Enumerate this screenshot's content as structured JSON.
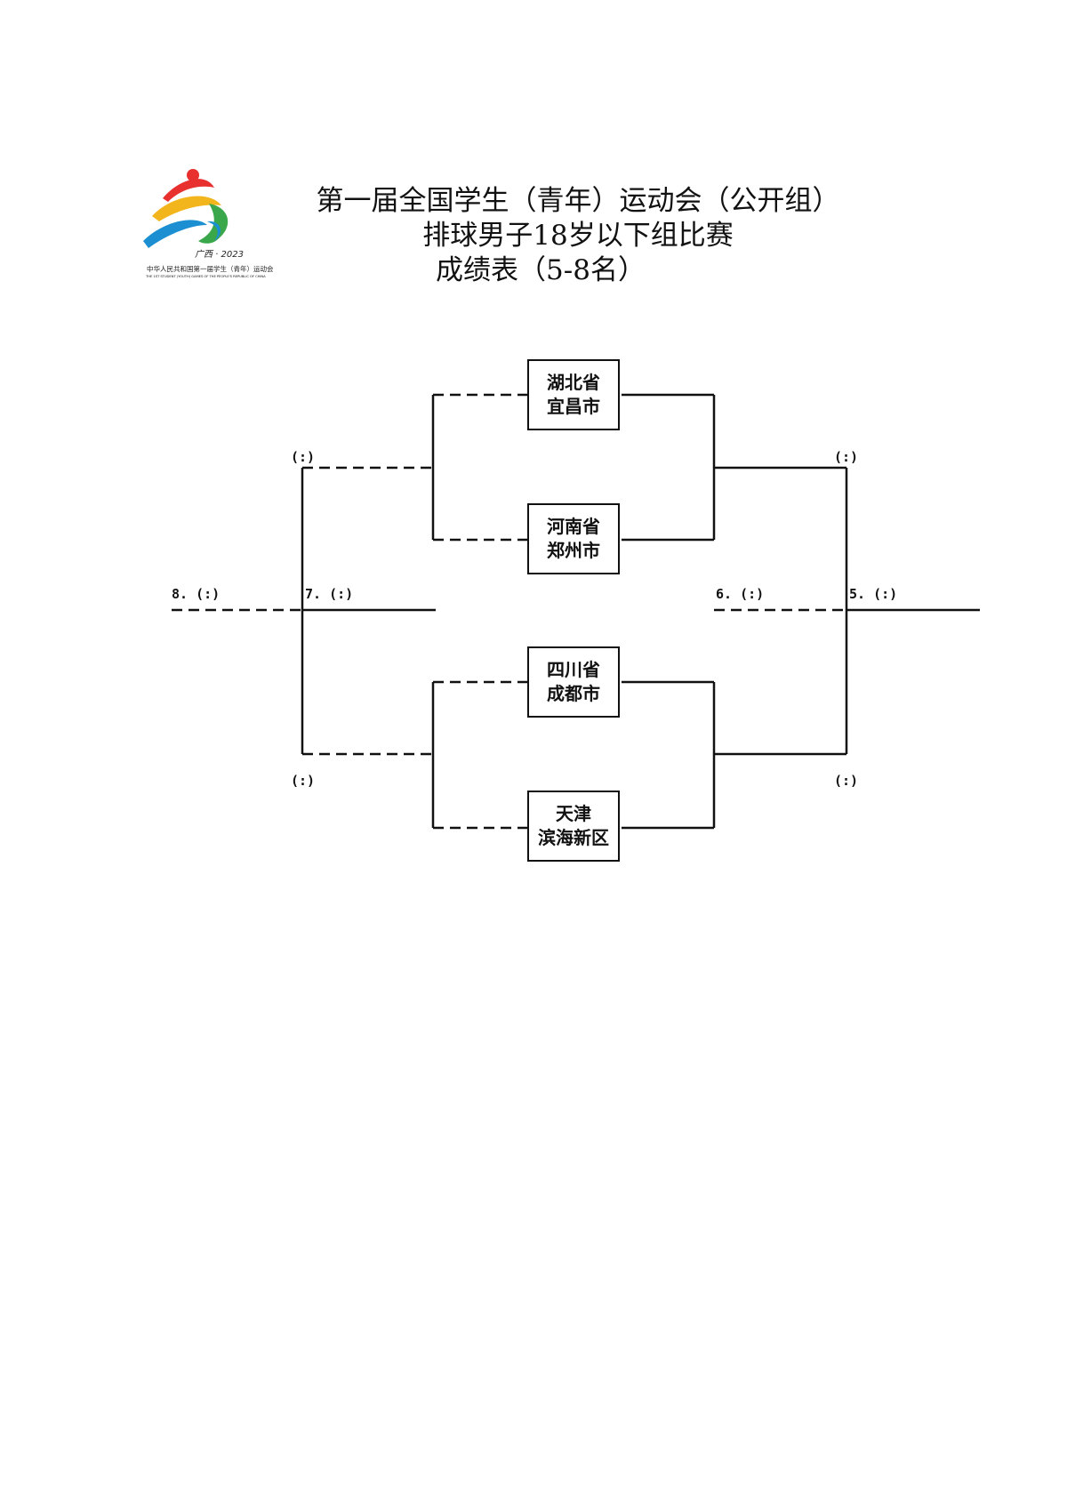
{
  "logo": {
    "year": "广西 · 2023",
    "name_cn": "中华人民共和国第一届学生（青年）运动会",
    "name_en": "THE 1ST STUDENT (YOUTH) GAMES OF THE PEOPLE'S REPUBLIC OF CHINA"
  },
  "title": {
    "line1": "第一届全国学生（青年）运动会（公开组）",
    "line2": "排球男子18岁以下组比赛",
    "line3": "成绩表（5-8名）"
  },
  "teams": [
    {
      "line1": "湖北省",
      "line2": "宜昌市"
    },
    {
      "line1": "河南省",
      "line2": "郑州市"
    },
    {
      "line1": "四川省",
      "line2": "成都市"
    },
    {
      "line1": "天津",
      "line2": "滨海新区"
    }
  ],
  "scores": {
    "left_top": "(:)",
    "left_bottom": "(:)",
    "right_top": "(:)",
    "right_bottom": "(:)"
  },
  "placements": {
    "p8": "8. (:)",
    "p7": "7. (:)",
    "p6": "6. (:)",
    "p5": "5. (:)"
  }
}
